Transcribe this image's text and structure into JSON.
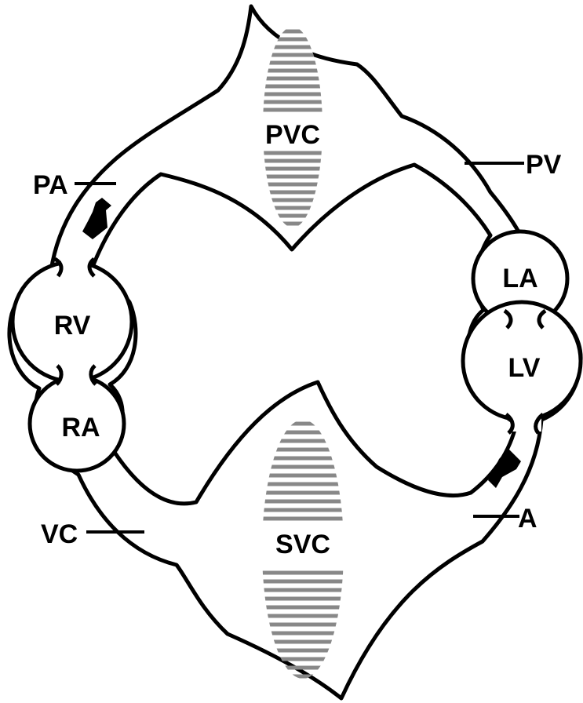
{
  "labels": {
    "pvc": "PVC",
    "svc": "SVC",
    "pa": "PA",
    "pv": "PV",
    "la": "LA",
    "lv": "LV",
    "rv": "RV",
    "ra": "RA",
    "vc": "VC",
    "a": "A"
  },
  "colors": {
    "line": "#000000",
    "background": "#ffffff",
    "stripe": "#888888"
  }
}
